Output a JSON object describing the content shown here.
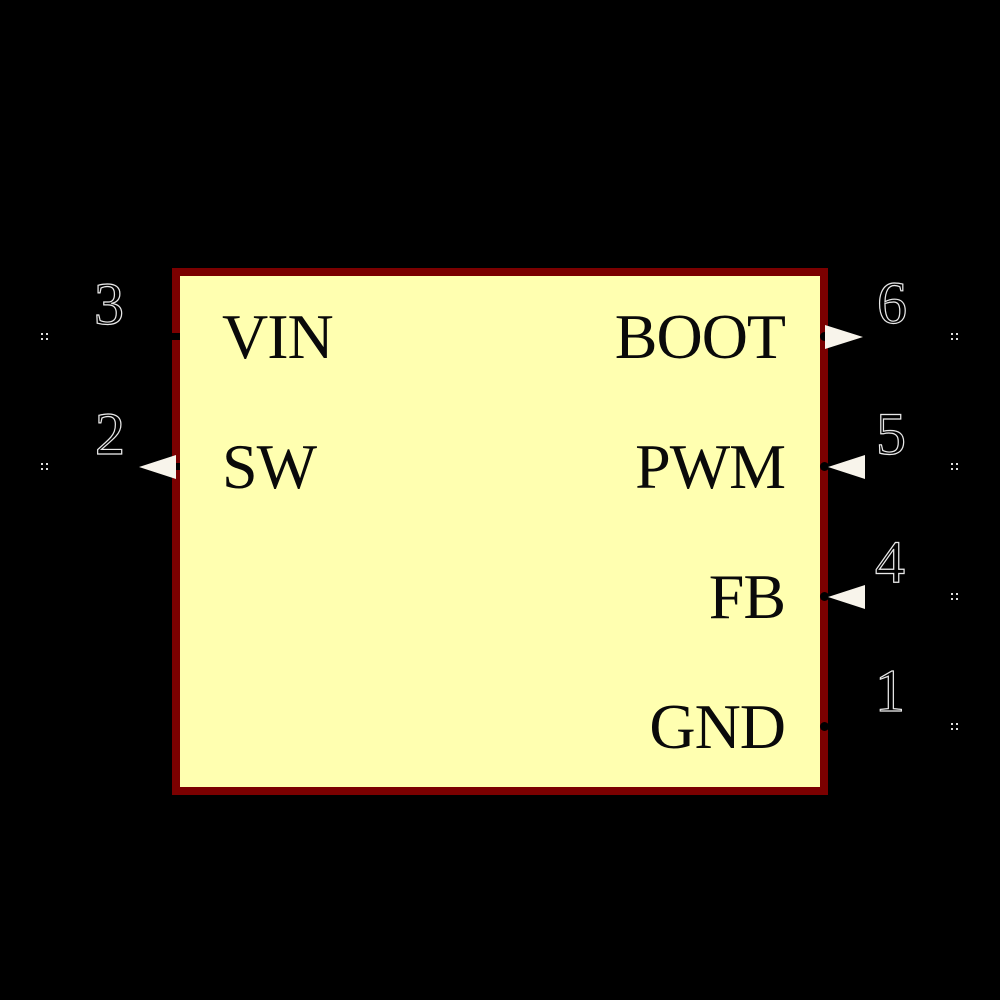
{
  "canvas": {
    "background_color": "#000000"
  },
  "symbol": {
    "body": {
      "fill_color": "#FFFFB0",
      "border_color": "#7B0000"
    },
    "arrow_color": "#F8F4EB",
    "pin_number_outline_color": "#E9E9E9",
    "pins": [
      {
        "number": "3",
        "name": "VIN",
        "side": "left",
        "arrow": "none"
      },
      {
        "number": "2",
        "name": "SW",
        "side": "left",
        "arrow": "out-left"
      },
      {
        "number": "6",
        "name": "BOOT",
        "side": "right",
        "arrow": "out-right"
      },
      {
        "number": "5",
        "name": "PWM",
        "side": "right",
        "arrow": "in-left"
      },
      {
        "number": "4",
        "name": "FB",
        "side": "right",
        "arrow": "in-left"
      },
      {
        "number": "1",
        "name": "GND",
        "side": "right",
        "arrow": "none"
      }
    ]
  }
}
